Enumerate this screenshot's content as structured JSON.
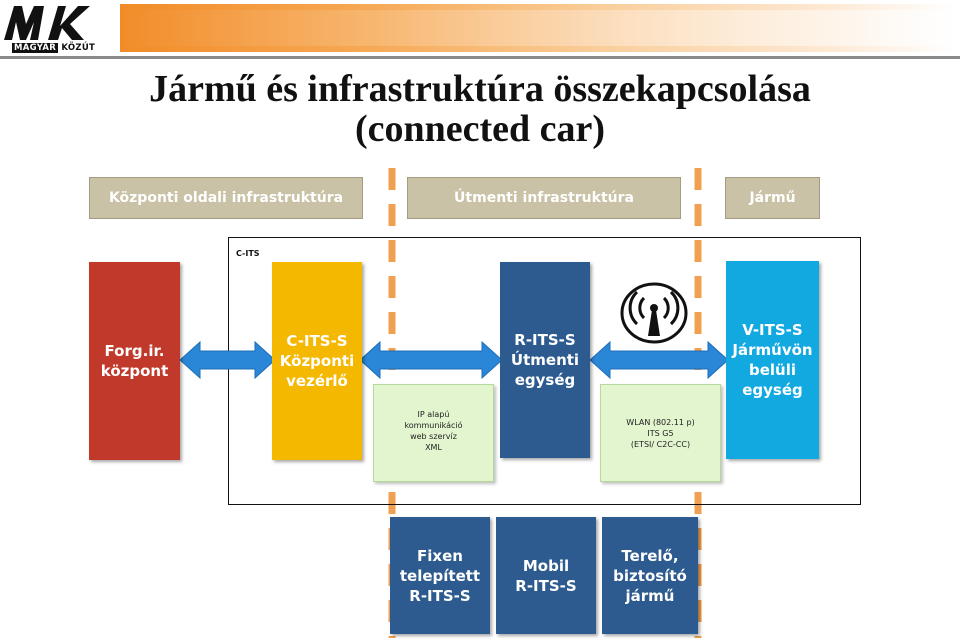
{
  "logo": {
    "text_left": "MAGYAR",
    "text_right": "KÖZÚT",
    "colors": {
      "mark": "#111111"
    }
  },
  "title": {
    "line1": "Jármű és infrastruktúra összekapcsolása",
    "line2": "(connected car)"
  },
  "zones": {
    "central": "Központi oldali infrastruktúra",
    "roadside": "Útmenti infrastruktúra",
    "vehicle": "Jármű"
  },
  "cits_label": "C-ITS",
  "blocks": {
    "forg": {
      "line1": "Forg.ir.",
      "line2": "központ",
      "color": "#c0392b"
    },
    "cits_s": {
      "line1": "C-ITS-S",
      "line2": "Központi",
      "line3": "vezérlő",
      "color": "#f5b800"
    },
    "r_its_s": {
      "line1": "R-ITS-S",
      "line2": "Útmenti",
      "line3": "egység",
      "color": "#2e5b8f"
    },
    "v_its_s": {
      "line1": "V-ITS-S",
      "line2": "Járművön",
      "line3": "belüli",
      "line4": "egység",
      "color": "#12a8e0"
    },
    "fixen": {
      "line1": "Fixen",
      "line2": "telepített",
      "line3": "R-ITS-S",
      "color": "#2e5b8f"
    },
    "mobil": {
      "line1": "Mobil",
      "line2": "R-ITS-S",
      "color": "#2e5b8f"
    },
    "terelo": {
      "line1": "Terelő,",
      "line2": "biztosító",
      "line3": "jármű",
      "color": "#2e5b8f"
    }
  },
  "notes": {
    "ip": {
      "line1": "IP alapú",
      "line2": "kommunikáció",
      "line3": "web szervíz",
      "line4": "XML"
    },
    "wlan": {
      "line1": "WLAN (802.11 p)",
      "line2": "ITS G5",
      "line3": "(ETSI/ C2C-CC)"
    }
  },
  "icons": {
    "wireless": "wireless-antenna-icon"
  },
  "colors": {
    "arrow": "#2a86d6",
    "dash": "#f0a050",
    "zone": "#c9c2a6"
  }
}
